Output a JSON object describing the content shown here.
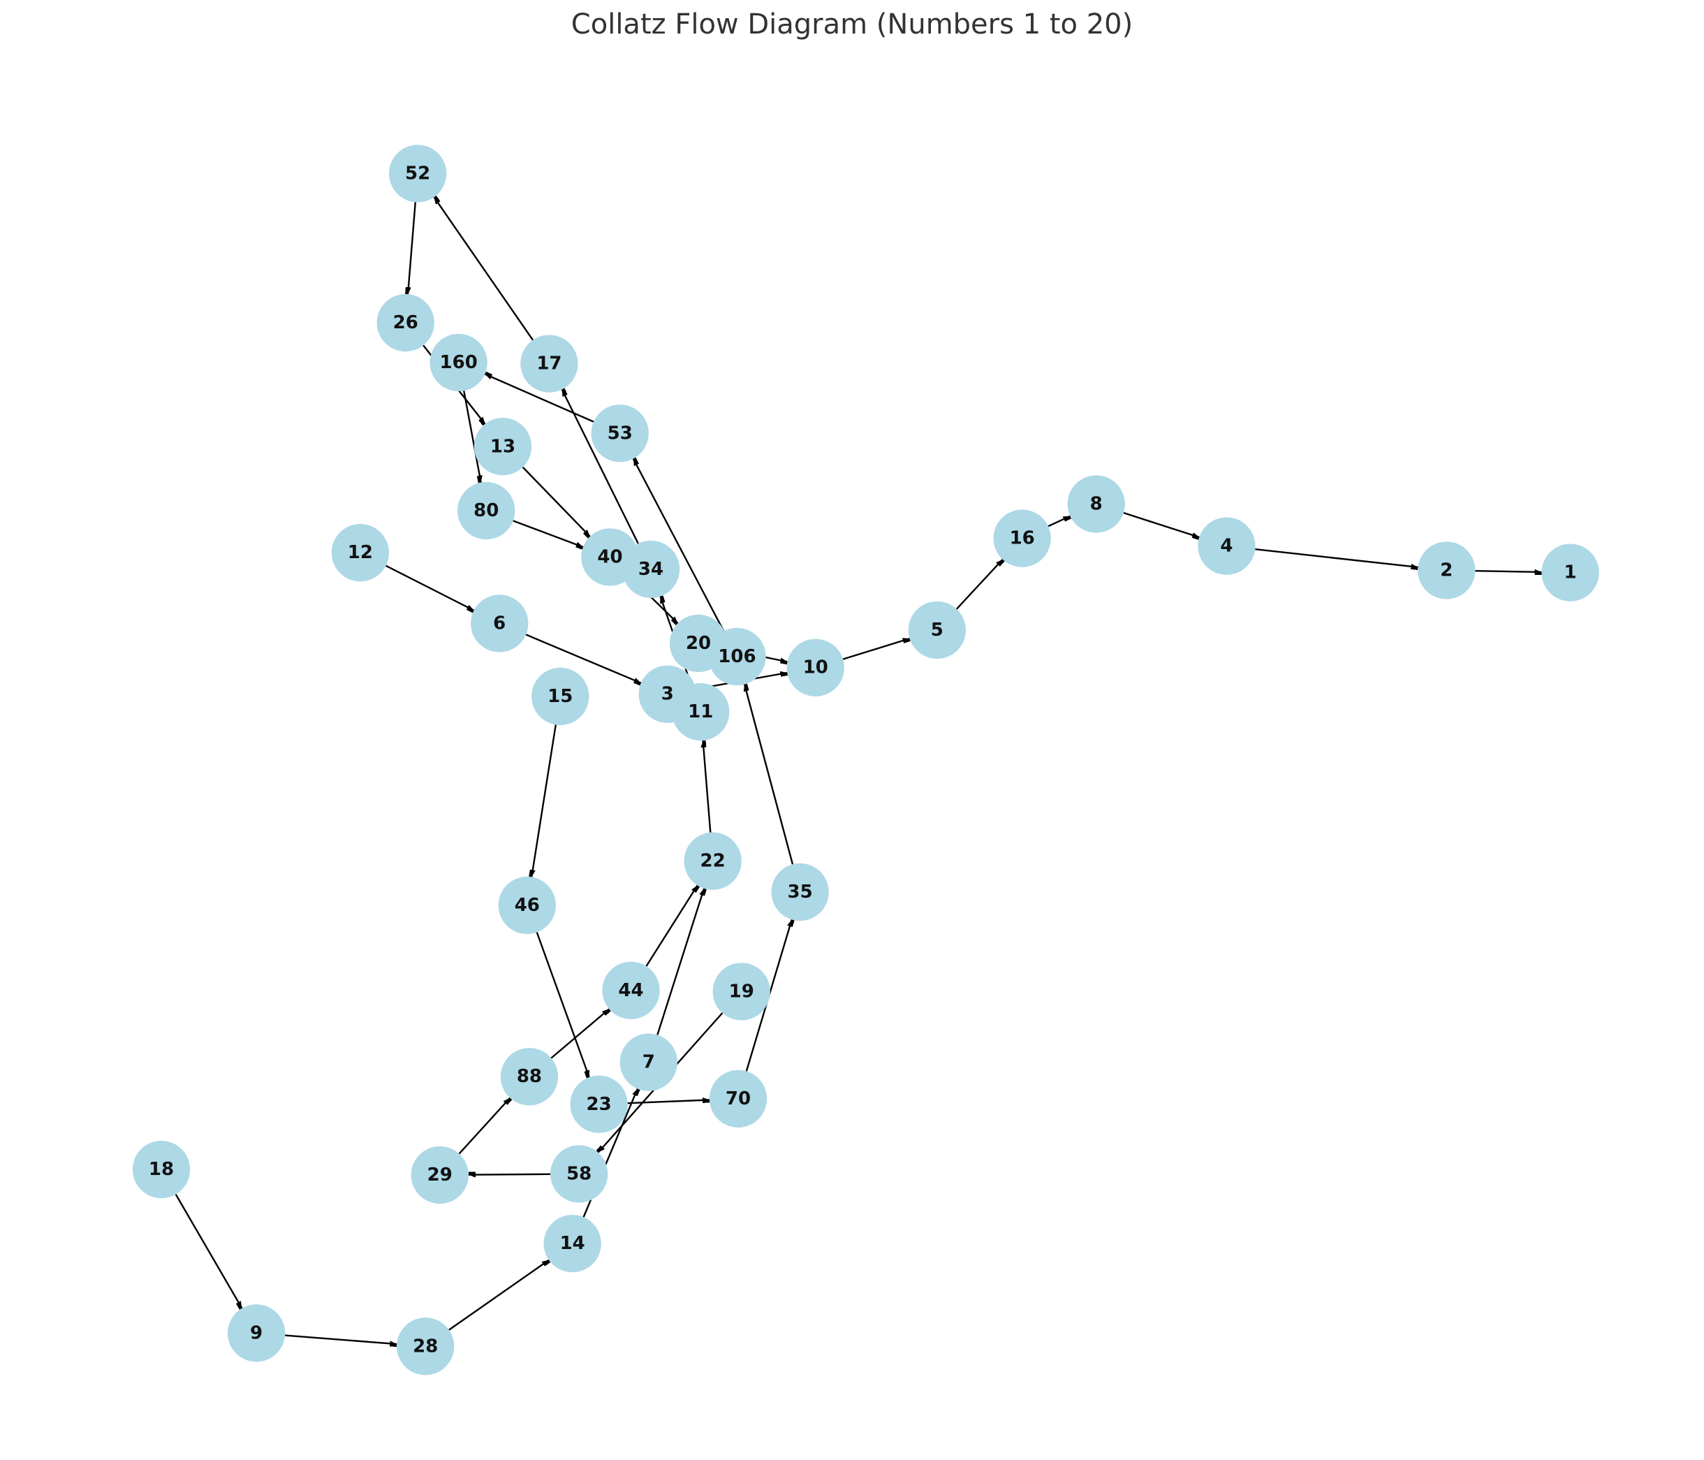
{
  "title": "Collatz Flow Diagram (Numbers 1 to 20)",
  "colors": {
    "node_fill": "#add8e6",
    "edge": "#000000",
    "label": "#111111"
  },
  "graph": {
    "nodes": [
      "1",
      "2",
      "4",
      "8",
      "16",
      "5",
      "10",
      "20",
      "40",
      "80",
      "160",
      "53",
      "106",
      "3",
      "6",
      "12",
      "11",
      "22",
      "44",
      "88",
      "29",
      "58",
      "7",
      "14",
      "28",
      "9",
      "18",
      "34",
      "17",
      "52",
      "26",
      "13",
      "15",
      "46",
      "23",
      "70",
      "35",
      "19"
    ],
    "edges": [
      [
        "2",
        "1"
      ],
      [
        "4",
        "2"
      ],
      [
        "8",
        "4"
      ],
      [
        "16",
        "8"
      ],
      [
        "5",
        "16"
      ],
      [
        "10",
        "5"
      ],
      [
        "20",
        "10"
      ],
      [
        "40",
        "20"
      ],
      [
        "80",
        "40"
      ],
      [
        "160",
        "80"
      ],
      [
        "53",
        "160"
      ],
      [
        "106",
        "53"
      ],
      [
        "3",
        "10"
      ],
      [
        "6",
        "3"
      ],
      [
        "12",
        "6"
      ],
      [
        "11",
        "34"
      ],
      [
        "34",
        "17"
      ],
      [
        "17",
        "52"
      ],
      [
        "52",
        "26"
      ],
      [
        "26",
        "13"
      ],
      [
        "13",
        "40"
      ],
      [
        "22",
        "11"
      ],
      [
        "44",
        "22"
      ],
      [
        "88",
        "44"
      ],
      [
        "29",
        "88"
      ],
      [
        "58",
        "29"
      ],
      [
        "19",
        "58"
      ],
      [
        "7",
        "22"
      ],
      [
        "14",
        "7"
      ],
      [
        "28",
        "14"
      ],
      [
        "9",
        "28"
      ],
      [
        "18",
        "9"
      ],
      [
        "15",
        "46"
      ],
      [
        "46",
        "23"
      ],
      [
        "23",
        "70"
      ],
      [
        "70",
        "35"
      ],
      [
        "35",
        "106"
      ]
    ]
  }
}
